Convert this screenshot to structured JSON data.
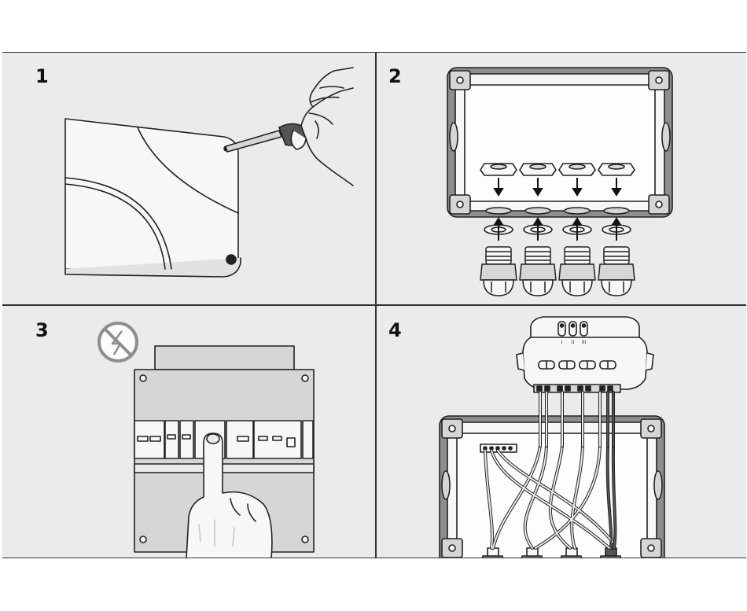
{
  "steps": [
    {
      "number": "1"
    },
    {
      "number": "2"
    },
    {
      "number": "3"
    },
    {
      "number": "4"
    }
  ],
  "module": {
    "button_labels": [
      "I",
      "II",
      "III"
    ]
  },
  "colors": {
    "panel_bg": "#ebebeb",
    "line": "#222222",
    "fill_light": "#f7f7f7",
    "fill_mid": "#d6d6d6",
    "fill_dark": "#8e8e8e",
    "screwdriver_grip": "#555555"
  }
}
